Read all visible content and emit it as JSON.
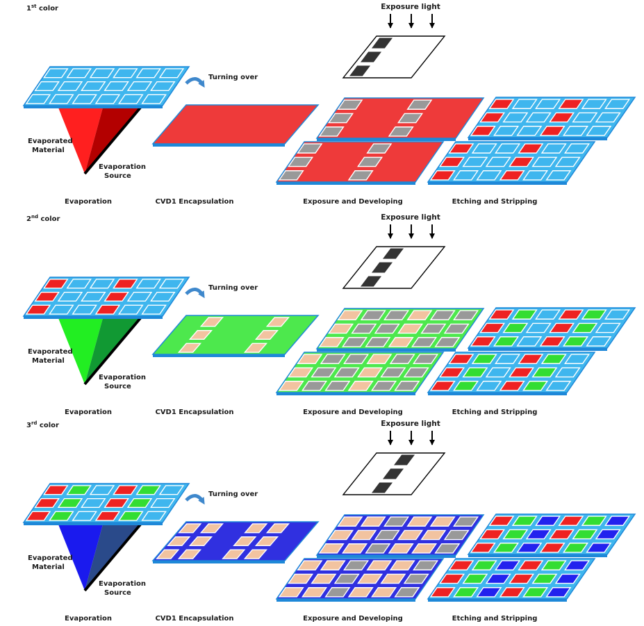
{
  "rows": [
    {
      "heading_main": "1",
      "heading_sup": "st",
      "heading_rest": " color",
      "material_color": "#ff1f1f",
      "material_shade": "#b30000",
      "film_color": "#ee3a3a",
      "labels": {
        "evaporated_line1": "Evaporated",
        "evaporated_line2": "Material",
        "source_line1": "Evaporation",
        "source_line2": "Source",
        "turning_over": "Turning over",
        "exposure_light": "Exposure light",
        "step_evaporation": "Evaporation",
        "step_cvd": "CVD1 Encapsulation",
        "step_exposure": "Exposure and Developing",
        "step_etching": "Etching and Stripping"
      }
    },
    {
      "heading_main": "2",
      "heading_sup": "nd",
      "heading_rest": " color",
      "material_color": "#22ee22",
      "material_shade": "#119933",
      "film_color": "#4de84d",
      "labels": {
        "evaporated_line1": "Evaporated",
        "evaporated_line2": "Material",
        "source_line1": "Evaporation",
        "source_line2": "Source",
        "turning_over": "Turning over",
        "exposure_light": "Exposure light",
        "step_evaporation": "Evaporation",
        "step_cvd": "CVD1 Encapsulation",
        "step_exposure": "Exposure and Developing",
        "step_etching": "Etching and Stripping"
      }
    },
    {
      "heading_main": "3",
      "heading_sup": "rd",
      "heading_rest": " color",
      "material_color": "#1a1aee",
      "material_shade": "#2a4a8a",
      "film_color": "#3030e0",
      "labels": {
        "evaporated_line1": "Evaporated",
        "evaporated_line2": "Material",
        "source_line1": "Evaporation",
        "source_line2": "Source",
        "turning_over": "Turning over",
        "exposure_light": "Exposure light",
        "step_evaporation": "Evaporation",
        "step_cvd": "CVD1 Encapsulation",
        "step_exposure": "Exposure and Developing",
        "step_etching": "Etching and Stripping"
      }
    }
  ],
  "colors": {
    "substrate": "#3fb6ee",
    "substrate_edge": "#1e88d8",
    "pixel_red": "#ee2222",
    "pixel_green": "#33dd33",
    "pixel_blue": "#2222ee",
    "photoresist": "#999999",
    "pad": "#f2c3a0",
    "mask_block": "#333333",
    "arrow_turn": "#3f88cc"
  }
}
